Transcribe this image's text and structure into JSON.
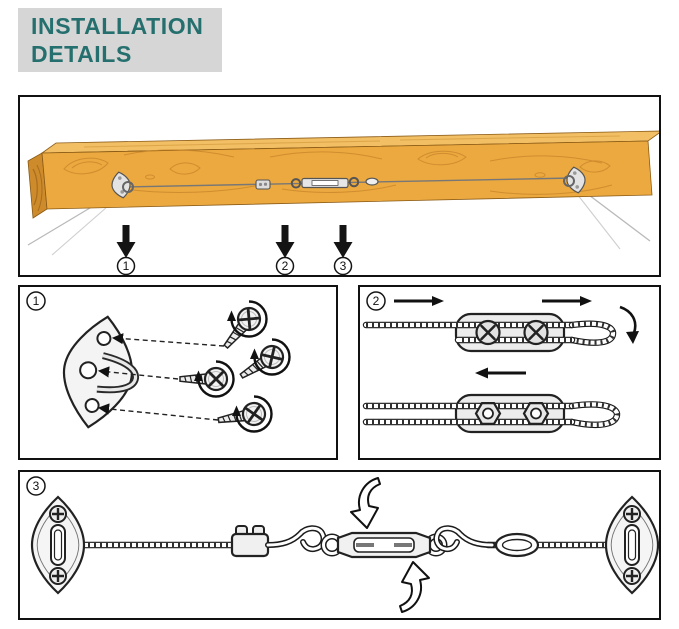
{
  "header": {
    "line1": "INSTALLATION",
    "line2": "DETAILS"
  },
  "badges": {
    "step1": "1",
    "step2": "2",
    "step3": "3"
  },
  "colors": {
    "title_text": "#25706E",
    "banner_bg": "#D6D6D6",
    "panel_border": "#111111",
    "wood_front": "#EBA93F",
    "wood_top": "#F2BE62",
    "wood_end": "#CE8B2B",
    "wood_grain": "#C9862C",
    "hardware_fill": "#F0F0F0",
    "hardware_outline": "#1A1A1A",
    "arrow_black": "#141414"
  }
}
